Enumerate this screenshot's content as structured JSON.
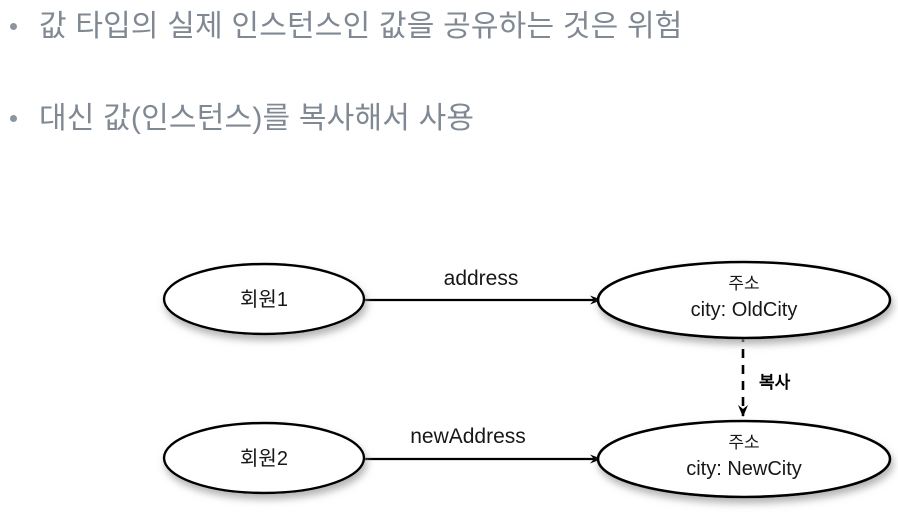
{
  "slide": {
    "background_color": "#ffffff",
    "bullets": [
      {
        "marker": "bullet-dot",
        "text": "값 타입의 실제 인스턴스인 값을 공유하는 것은 위험"
      },
      {
        "marker": "bullet-dot",
        "text": "대신 값(인스턴스)를 복사해서 사용"
      }
    ],
    "bullet_text_color": "#7f8893"
  },
  "diagram": {
    "type": "object-reference-diagram",
    "node_text_color": "#171717",
    "nodes": [
      {
        "id": "member1",
        "shape": "ellipse",
        "title": "회원1",
        "subtitle": ""
      },
      {
        "id": "address-old",
        "shape": "ellipse",
        "title": "주소",
        "subtitle": "city: OldCity"
      },
      {
        "id": "member2",
        "shape": "ellipse",
        "title": "회원2",
        "subtitle": ""
      },
      {
        "id": "address-new",
        "shape": "ellipse",
        "title": "주소",
        "subtitle": "city: NewCity"
      }
    ],
    "edges": [
      {
        "id": "edge-address",
        "from": "member1",
        "to": "address-old",
        "label": "address",
        "style": "solid",
        "arrow": "end"
      },
      {
        "id": "edge-new-address",
        "from": "member2",
        "to": "address-new",
        "label": "newAddress",
        "style": "solid",
        "arrow": "end"
      },
      {
        "id": "edge-copy",
        "from": "address-old",
        "to": "address-new",
        "label": "복사",
        "style": "dashed",
        "arrow": "end",
        "bold_label": true
      }
    ]
  }
}
